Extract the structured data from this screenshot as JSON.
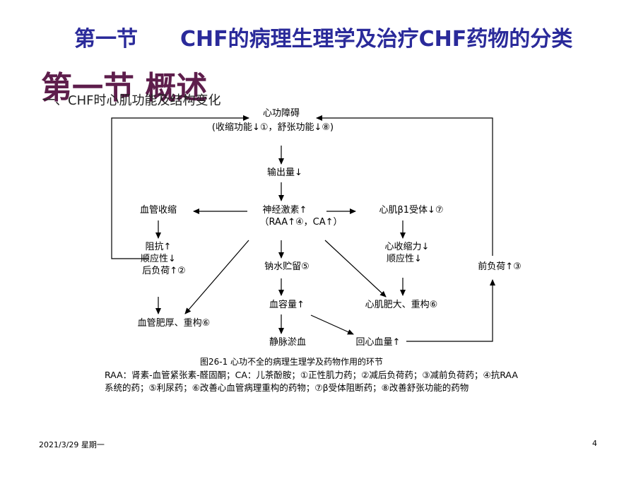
{
  "slide_title": "第一节　　CHF的病理生理学及治疗CHF药物的分类",
  "section_heading": "第一节 概述",
  "subheading": "一、CHF时心肌功能及结构变化",
  "nodes": {
    "cardiac_dysfunction": "心功障碍",
    "cardiac_dysfunction_detail": "(收缩功能↓①，舒张功能↓⑧)",
    "cardiac_output": "输出量↓",
    "neurohormone": "神经激素↑",
    "neurohormone_detail": "（RAA↑④，CA↑）",
    "vasoconstriction": "血管收缩",
    "resistance": "阻抗↑",
    "compliance_vessel": "顺应性↓",
    "afterload": "后负荷↑②",
    "beta_receptor": "心肌β1受体↓⑦",
    "contractility": "心收缩力↓",
    "compliance_heart": "顺应性↓",
    "sodium_water": "钠水贮留⑤",
    "preload": "前负荷↑③",
    "blood_volume": "血容量↑",
    "hypertrophy": "心肌肥大、重构⑥",
    "vascular_hypertrophy": "血管肥厚、重构⑥",
    "venous_congestion": "静脉淤血",
    "venous_return": "回心血量↑"
  },
  "caption": "图26-1  心功不全的病理生理学及药物作用的环节",
  "legend": "RAA：肾素-血管紧张素-醛固酮；CA：儿茶酚胺；①正性肌力药；②减后负荷药；③减前负荷药；④抗RAA系统的药；⑤利尿药；⑥改善心血管病理重构的药物；⑦β受体阻断药；⑧改善舒张功能的药物",
  "footer": {
    "date": "2021/3/29 星期一",
    "page": "4"
  }
}
